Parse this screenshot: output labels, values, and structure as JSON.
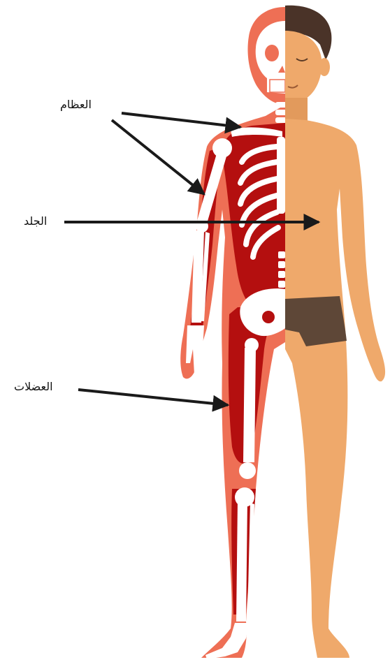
{
  "labels": {
    "bones": "العظام",
    "skin": "الجلد",
    "muscles": "العضلات"
  },
  "colors": {
    "skin": "#EFA96B",
    "skin_shadow": "#E29A5C",
    "muscle_light": "#EE6F55",
    "muscle_dark": "#B40F0F",
    "bone": "#FFFFFF",
    "hair": "#4A3328",
    "shorts": "#5E4737",
    "arrow": "#1A1A1A"
  }
}
